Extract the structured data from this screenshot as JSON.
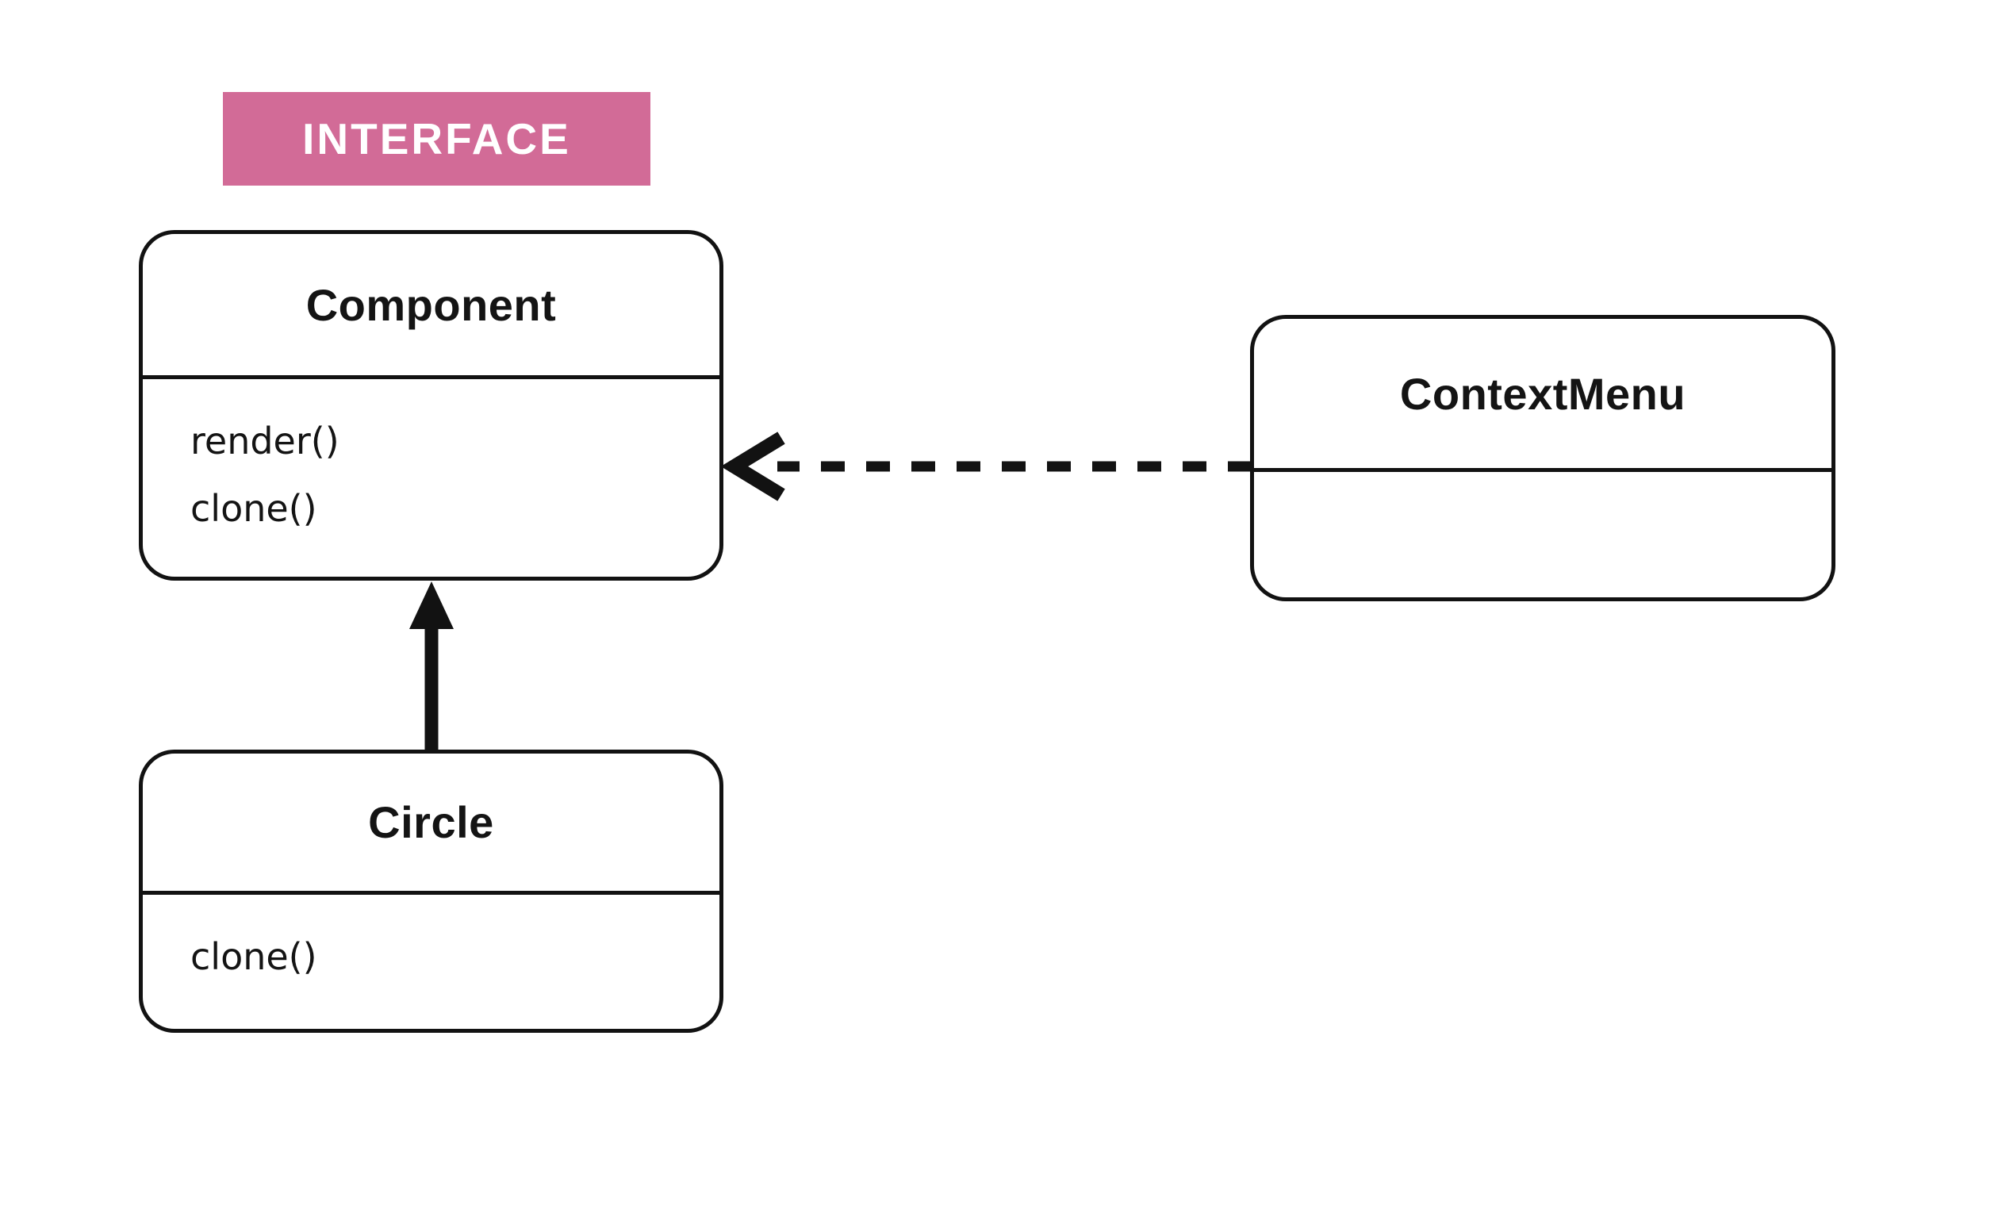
{
  "diagram": {
    "badge": {
      "label": "INTERFACE",
      "background_color": "#d26b97",
      "text_color": "#ffffff"
    },
    "classes": {
      "component": {
        "name": "Component",
        "methods": [
          "render()",
          "clone()"
        ]
      },
      "circle": {
        "name": "Circle",
        "methods": [
          "clone()"
        ]
      },
      "context_menu": {
        "name": "ContextMenu",
        "methods": []
      }
    },
    "relations": [
      {
        "from": "Circle",
        "to": "Component",
        "style": "solid-arrow",
        "meaning": "inheritance / implements"
      },
      {
        "from": "ContextMenu",
        "to": "Component",
        "style": "dashed-arrow",
        "meaning": "dependency / uses"
      }
    ],
    "colors": {
      "stroke": "#121212",
      "background": "#ffffff",
      "badge_pink": "#d26b97"
    }
  }
}
